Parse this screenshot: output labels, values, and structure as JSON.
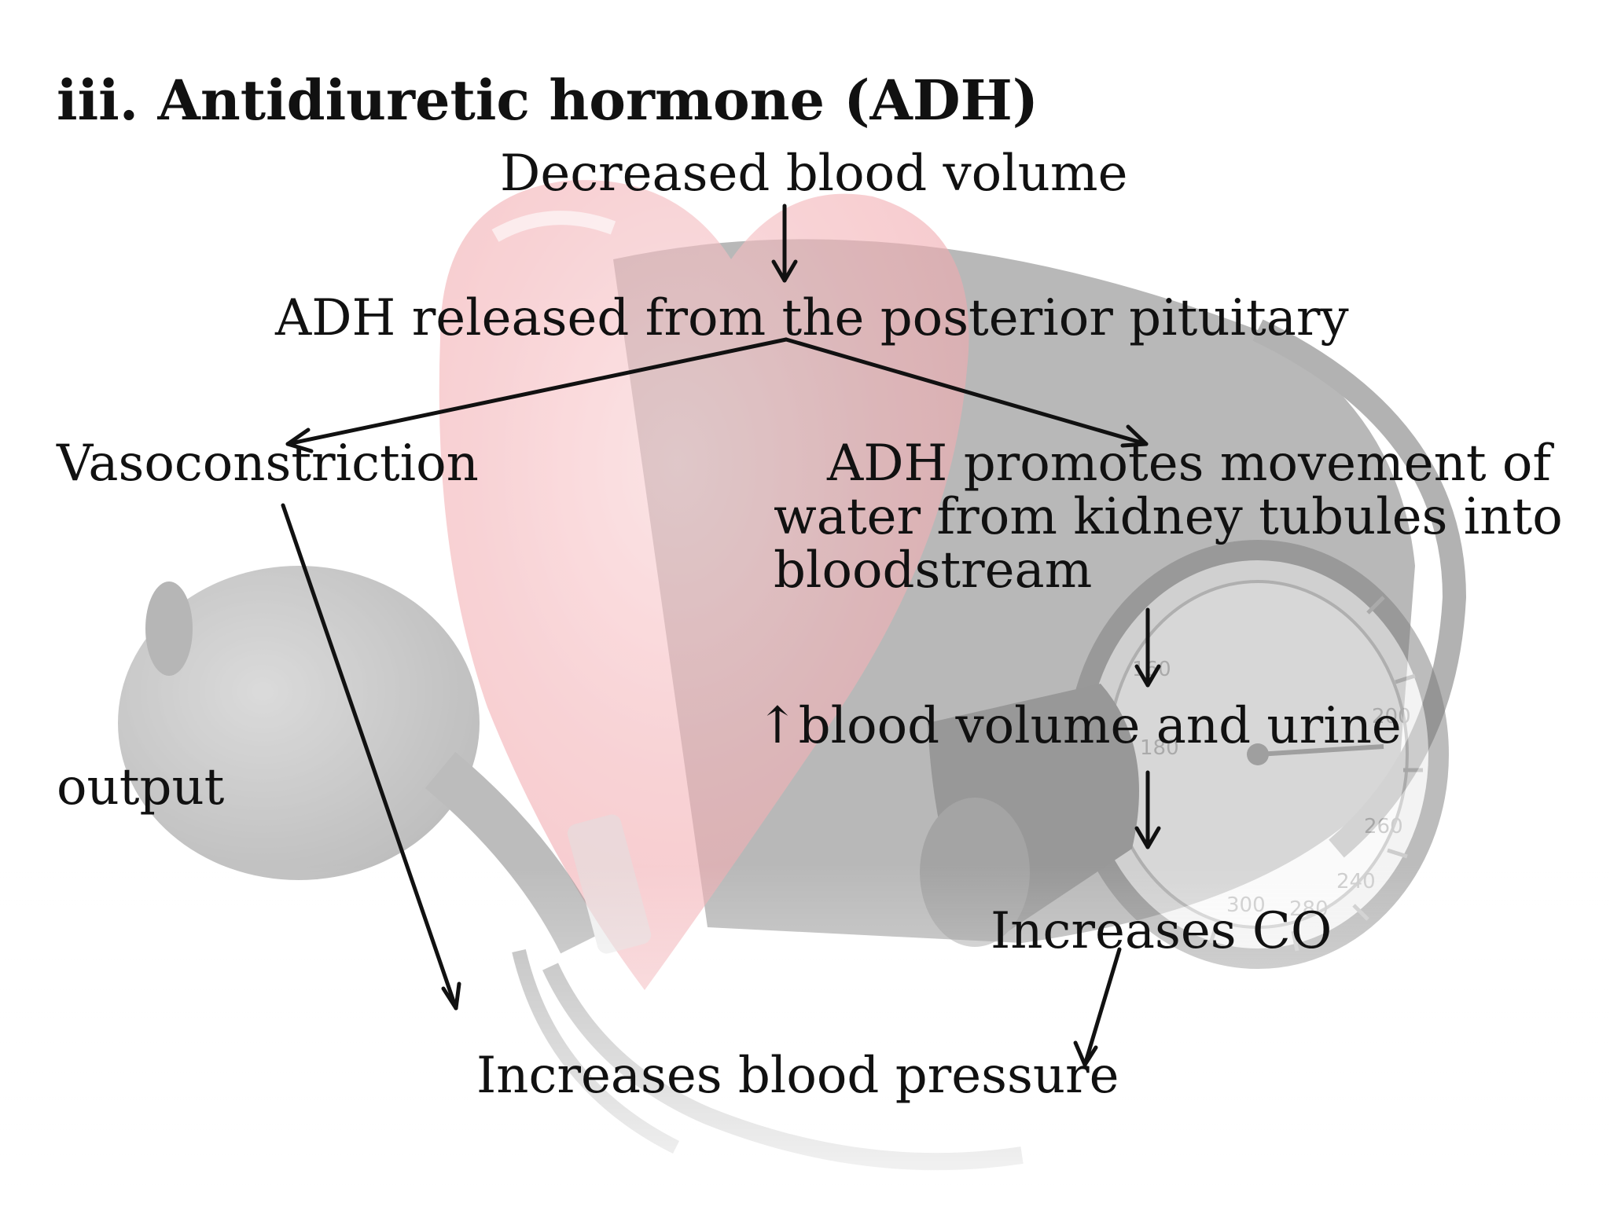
{
  "slide": {
    "title": "iii.  Antidiuretic hormone (ADH)",
    "nodes": {
      "decreased_volume": "Decreased blood volume",
      "adh_released": "ADH released from the posterior pituitary",
      "vasoconstriction": "Vasoconstriction",
      "adh_promotes_line1": "ADH promotes movement of",
      "adh_promotes_line2": "water from kidney tubules into",
      "adh_promotes_line3": "bloodstream",
      "blood_volume_urine": "↑blood volume and urine",
      "output": "output",
      "increases_co": "Increases CO",
      "increases_bp": "Increases blood pressure"
    }
  },
  "colors": {
    "text": "#111111",
    "arrow": "#111111",
    "heart_red": "#e8525a",
    "cuff_dark": "#3b3b3b",
    "background": "#ffffff"
  },
  "background_image": {
    "icons": [
      "heart-icon",
      "blood-pressure-cuff-icon",
      "pressure-gauge-icon",
      "inflation-bulb-icon"
    ],
    "gauge_ticks": [
      "240",
      "280",
      "260",
      "300",
      "200",
      "160",
      "180"
    ]
  }
}
